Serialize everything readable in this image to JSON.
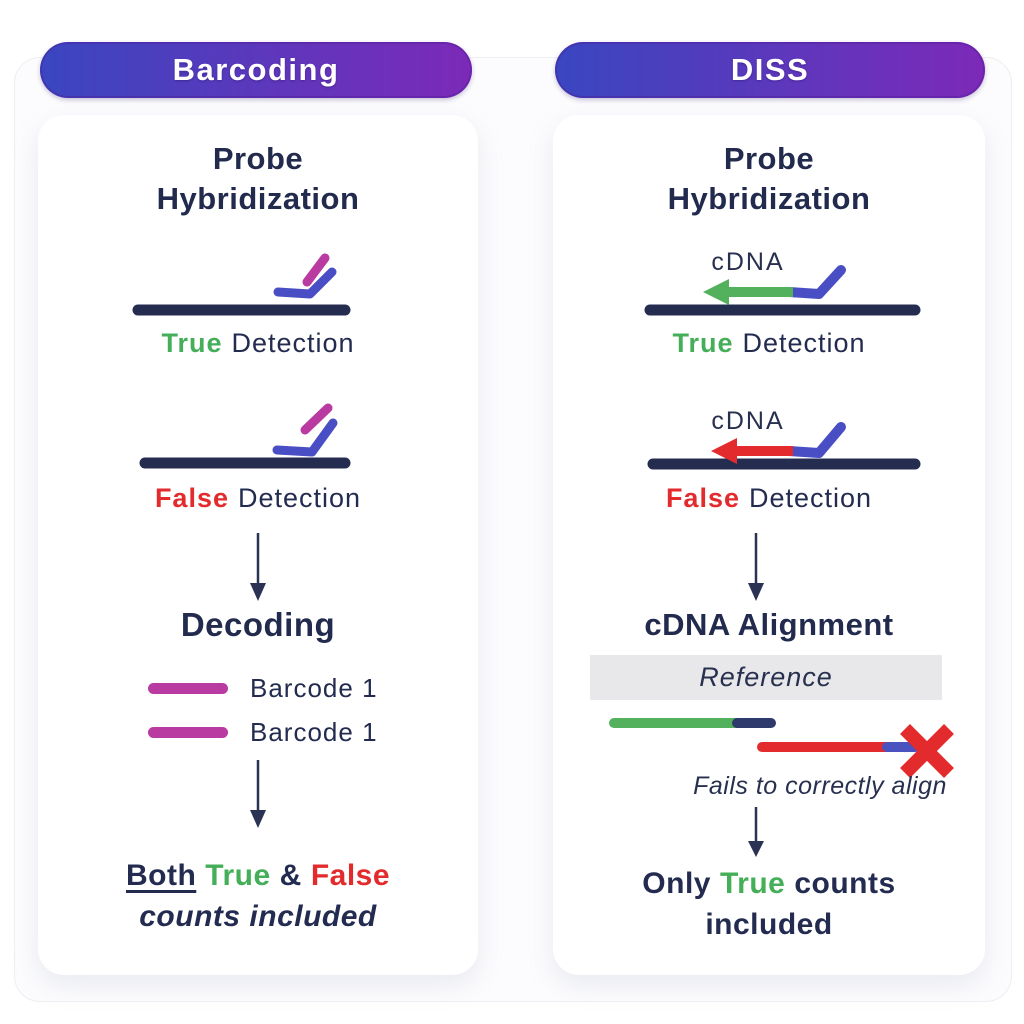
{
  "colors": {
    "navy_text": "#232c50",
    "green": "#45ae58",
    "red": "#e32a2c",
    "magenta": "#b93aa0",
    "probe_blue": "#4a4ec4",
    "pill_gradient_start": "#3a46c0",
    "pill_gradient_end": "#7c2ab8",
    "reference_gray": "#e8e8ea",
    "card_bg": "#ffffff"
  },
  "icons": [
    "down-arrow-icon",
    "probe-icon",
    "target-strand",
    "cdna-arrow-icon",
    "red-x-icon",
    "barcode-bar-icon"
  ],
  "left_panel": {
    "header": "Barcoding",
    "hybridization": {
      "title_line1": "Probe",
      "title_line2": "Hybridization",
      "true_label": {
        "word": "True",
        "rest": "Detection"
      },
      "false_label": {
        "word": "False",
        "rest": "Detection"
      }
    },
    "decoding": {
      "title": "Decoding",
      "barcodes": [
        "Barcode 1",
        "Barcode 1"
      ]
    },
    "result": {
      "both": "Both",
      "true": "True",
      "amp": "&",
      "false": "False",
      "line2": "counts included"
    }
  },
  "right_panel": {
    "header": "DISS",
    "hybridization": {
      "title_line1": "Probe",
      "title_line2": "Hybridization",
      "cdna_true": "cDNA",
      "cdna_false": "cDNA",
      "true_label": {
        "word": "True",
        "rest": "Detection"
      },
      "false_label": {
        "word": "False",
        "rest": "Detection"
      }
    },
    "alignment": {
      "title": "cDNA Alignment",
      "reference": "Reference",
      "fail_note": "Fails to correctly align"
    },
    "result": {
      "only": "Only",
      "true": "True",
      "counts": "counts",
      "line2": "included"
    }
  }
}
